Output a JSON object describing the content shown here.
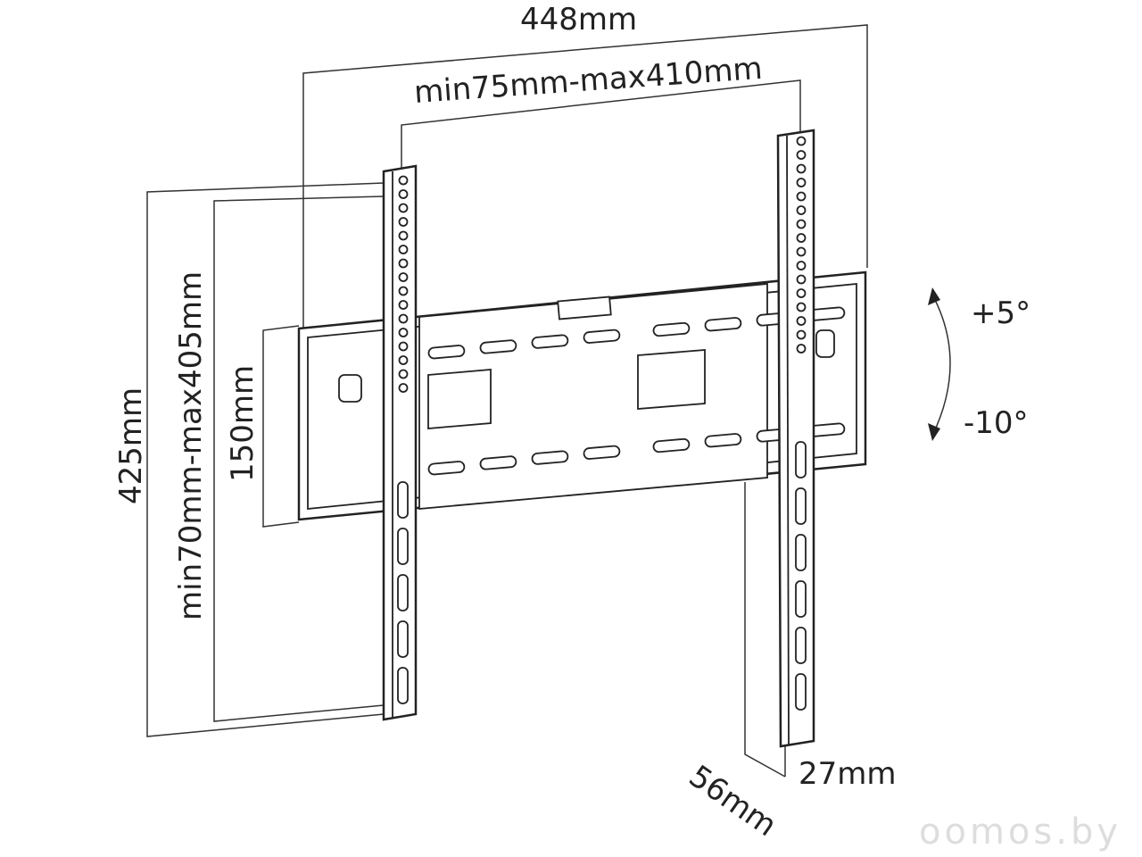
{
  "title": "TV wall mount dimensions diagram",
  "dimensions": {
    "overall_width": "448mm",
    "vesa_horizontal": "min75mm-max410mm",
    "overall_height": "425mm",
    "vesa_vertical": "min70mm-max405mm",
    "plate_height": "150mm",
    "depth_outer": "56mm",
    "depth_inner": "27mm"
  },
  "tilt": {
    "up": "+5°",
    "down": "-10°"
  },
  "watermark": "oomos.by",
  "colors": {
    "line": "#222222",
    "background": "#ffffff"
  }
}
